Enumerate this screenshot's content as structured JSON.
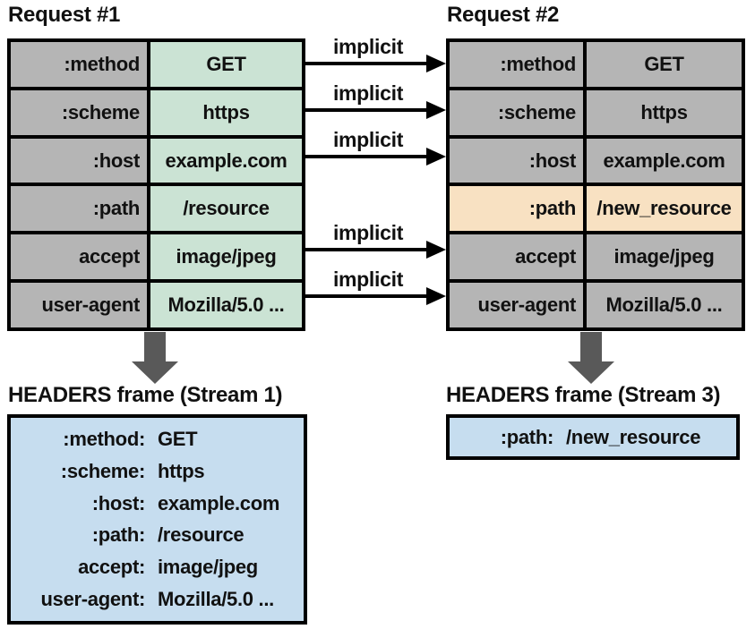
{
  "left": {
    "title": "Request #1",
    "rows": [
      {
        "key": ":method",
        "value": "GET"
      },
      {
        "key": ":scheme",
        "value": "https"
      },
      {
        "key": ":host",
        "value": "example.com"
      },
      {
        "key": ":path",
        "value": "/resource"
      },
      {
        "key": "accept",
        "value": "image/jpeg"
      },
      {
        "key": "user-agent",
        "value": "Mozilla/5.0 ..."
      }
    ],
    "frame_title": "HEADERS frame (Stream 1)",
    "frame_lines": [
      {
        "key": ":method:",
        "value": "GET"
      },
      {
        "key": ":scheme:",
        "value": "https"
      },
      {
        "key": ":host:",
        "value": "example.com"
      },
      {
        "key": ":path:",
        "value": "/resource"
      },
      {
        "key": "accept:",
        "value": "image/jpeg"
      },
      {
        "key": "user-agent:",
        "value": "Mozilla/5.0 ..."
      }
    ]
  },
  "right": {
    "title": "Request #2",
    "rows": [
      {
        "key": ":method",
        "value": "GET"
      },
      {
        "key": ":scheme",
        "value": "https"
      },
      {
        "key": ":host",
        "value": "example.com"
      },
      {
        "key": ":path",
        "value": "/new_resource"
      },
      {
        "key": "accept",
        "value": "image/jpeg"
      },
      {
        "key": "user-agent",
        "value": "Mozilla/5.0 ..."
      }
    ],
    "frame_title": "HEADERS frame (Stream 3)",
    "frame_lines": [
      {
        "key": ":path:",
        "value": "/new_resource"
      }
    ]
  },
  "arrows": {
    "label": "implicit"
  },
  "colors": {
    "gray": "#b5b5b5",
    "green": "#cbe3d4",
    "orange": "#f8e1c2",
    "blue": "#c6ddef",
    "arrow_gray": "#595959",
    "border": "#000000"
  }
}
